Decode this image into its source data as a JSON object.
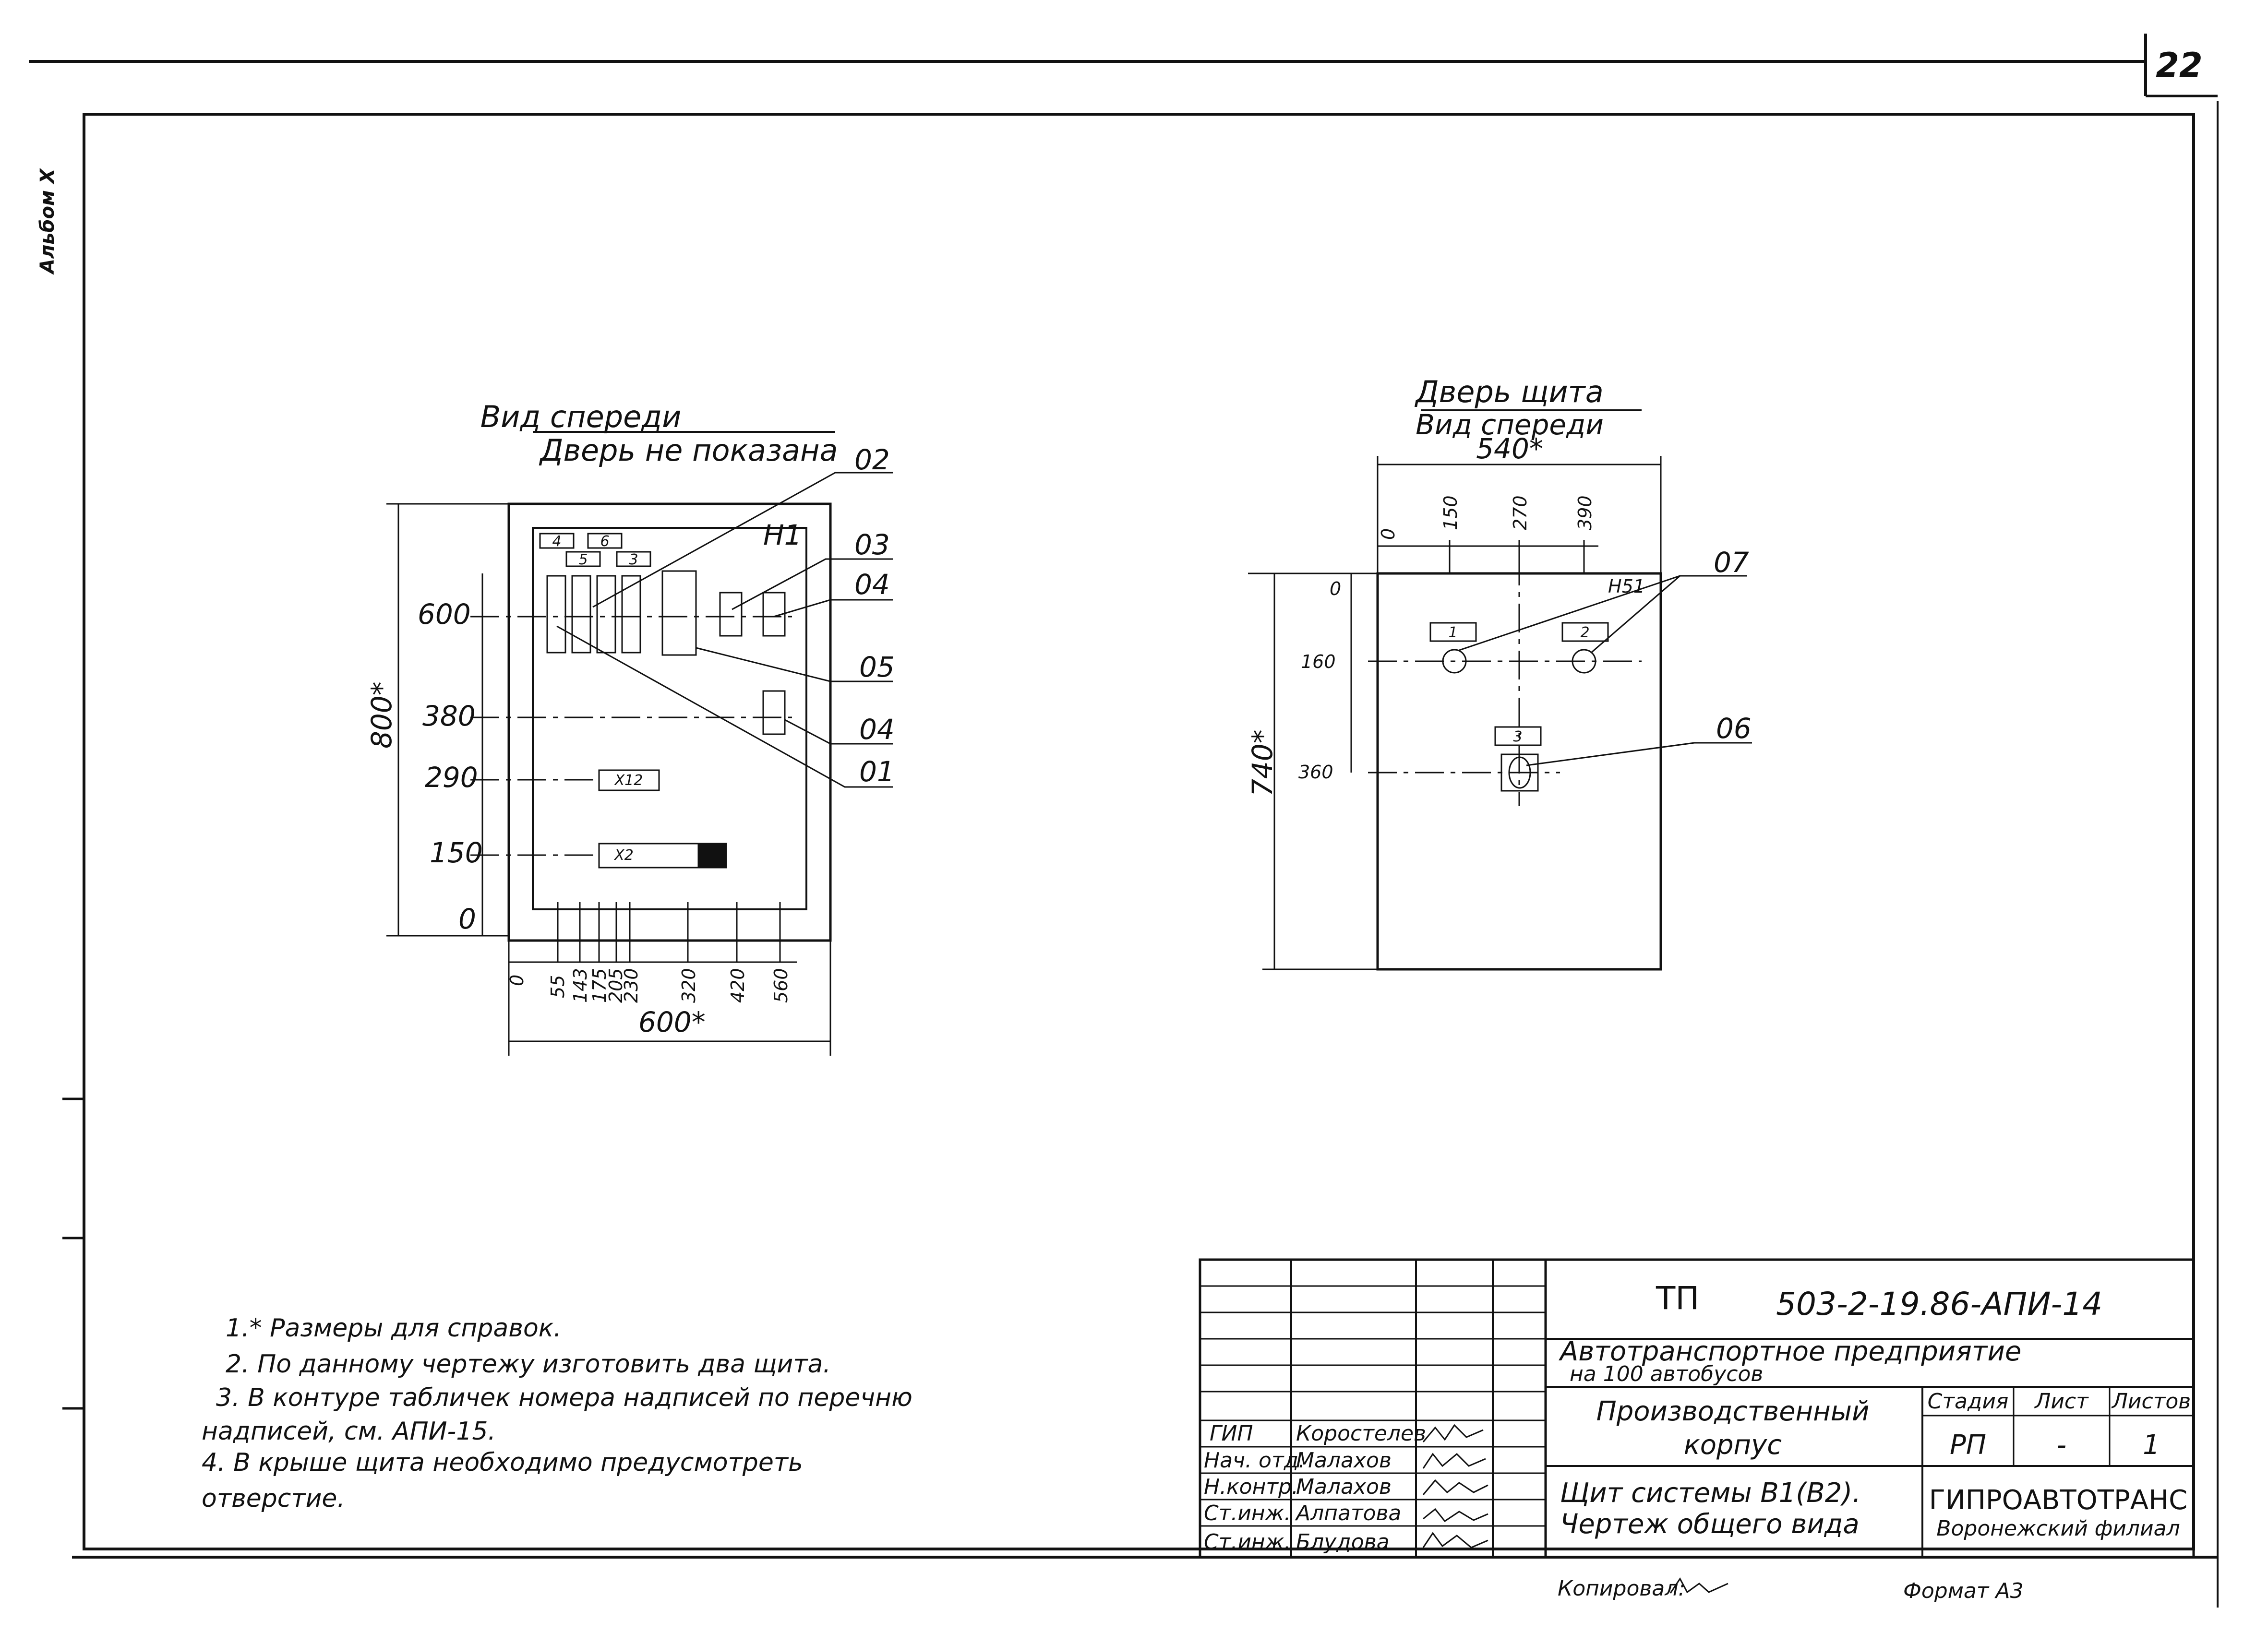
{
  "page_number": "22",
  "album_label": "Альбом X",
  "front_view": {
    "title": "Вид спереди",
    "subtitle": "Дверь не показана",
    "panel_label": "Н1",
    "width_dim": "600*",
    "height_dim": "800*",
    "left_dims": [
      "600",
      "380",
      "290",
      "150",
      "0"
    ],
    "bottom_dims": [
      "0",
      "55",
      "143",
      "175",
      "205",
      "230",
      "320",
      "420",
      "560"
    ],
    "callouts": [
      "02",
      "03",
      "04",
      "05",
      "04",
      "01"
    ],
    "plate_labels": [
      "4",
      "6",
      "5",
      "3"
    ],
    "terminal_labels": [
      "X12",
      "X2"
    ]
  },
  "door_view": {
    "title": "Дверь щита",
    "subtitle": "Вид спереди",
    "width_dim": "540*",
    "height_dim": "740*",
    "top_dims": [
      "0",
      "150",
      "270",
      "390"
    ],
    "left_dims": [
      "0",
      "160",
      "360"
    ],
    "panel_label": "Н51",
    "callouts": [
      "07",
      "06"
    ],
    "plate_labels": [
      "1",
      "2",
      "3"
    ]
  },
  "notes": [
    "1.* Размеры для справок.",
    "2. По данному чертежу изготовить два щита.",
    "3. В контуре табличек номера надписей по перечню",
    "надписей, см. АПИ-15.",
    "4. В крыше щита необходимо предусмотреть",
    "отверстие."
  ],
  "title_block": {
    "code_prefix": "ТП",
    "code": "503-2-19.86-АПИ-14",
    "project": "Автотранспортное предприятие",
    "project_line2": "на 100 автобусов",
    "building_line1": "Производственный",
    "building_line2": "корпус",
    "stage_header": "Стадия",
    "sheet_header": "Лист",
    "sheets_header": "Листов",
    "stage": "РП",
    "sheet": "-",
    "sheets": "1",
    "drawing_line1": "Щит системы В1(В2).",
    "drawing_line2": "Чертеж общего вида",
    "org_line1": "ГИПРОАВТОТРАНС",
    "org_line2": "Воронежский филиал",
    "staff": [
      {
        "role": "ГИП",
        "name": "Коростелев"
      },
      {
        "role": "Нач. отд.",
        "name": "Малахов"
      },
      {
        "role": "Н.контр.",
        "name": "Малахов"
      },
      {
        "role": "Ст.инж.",
        "name": "Алпатова"
      },
      {
        "role": "Ст.инж.",
        "name": "Блудова"
      }
    ]
  },
  "copied_label": "Копировал:",
  "format_label": "Формат А3"
}
